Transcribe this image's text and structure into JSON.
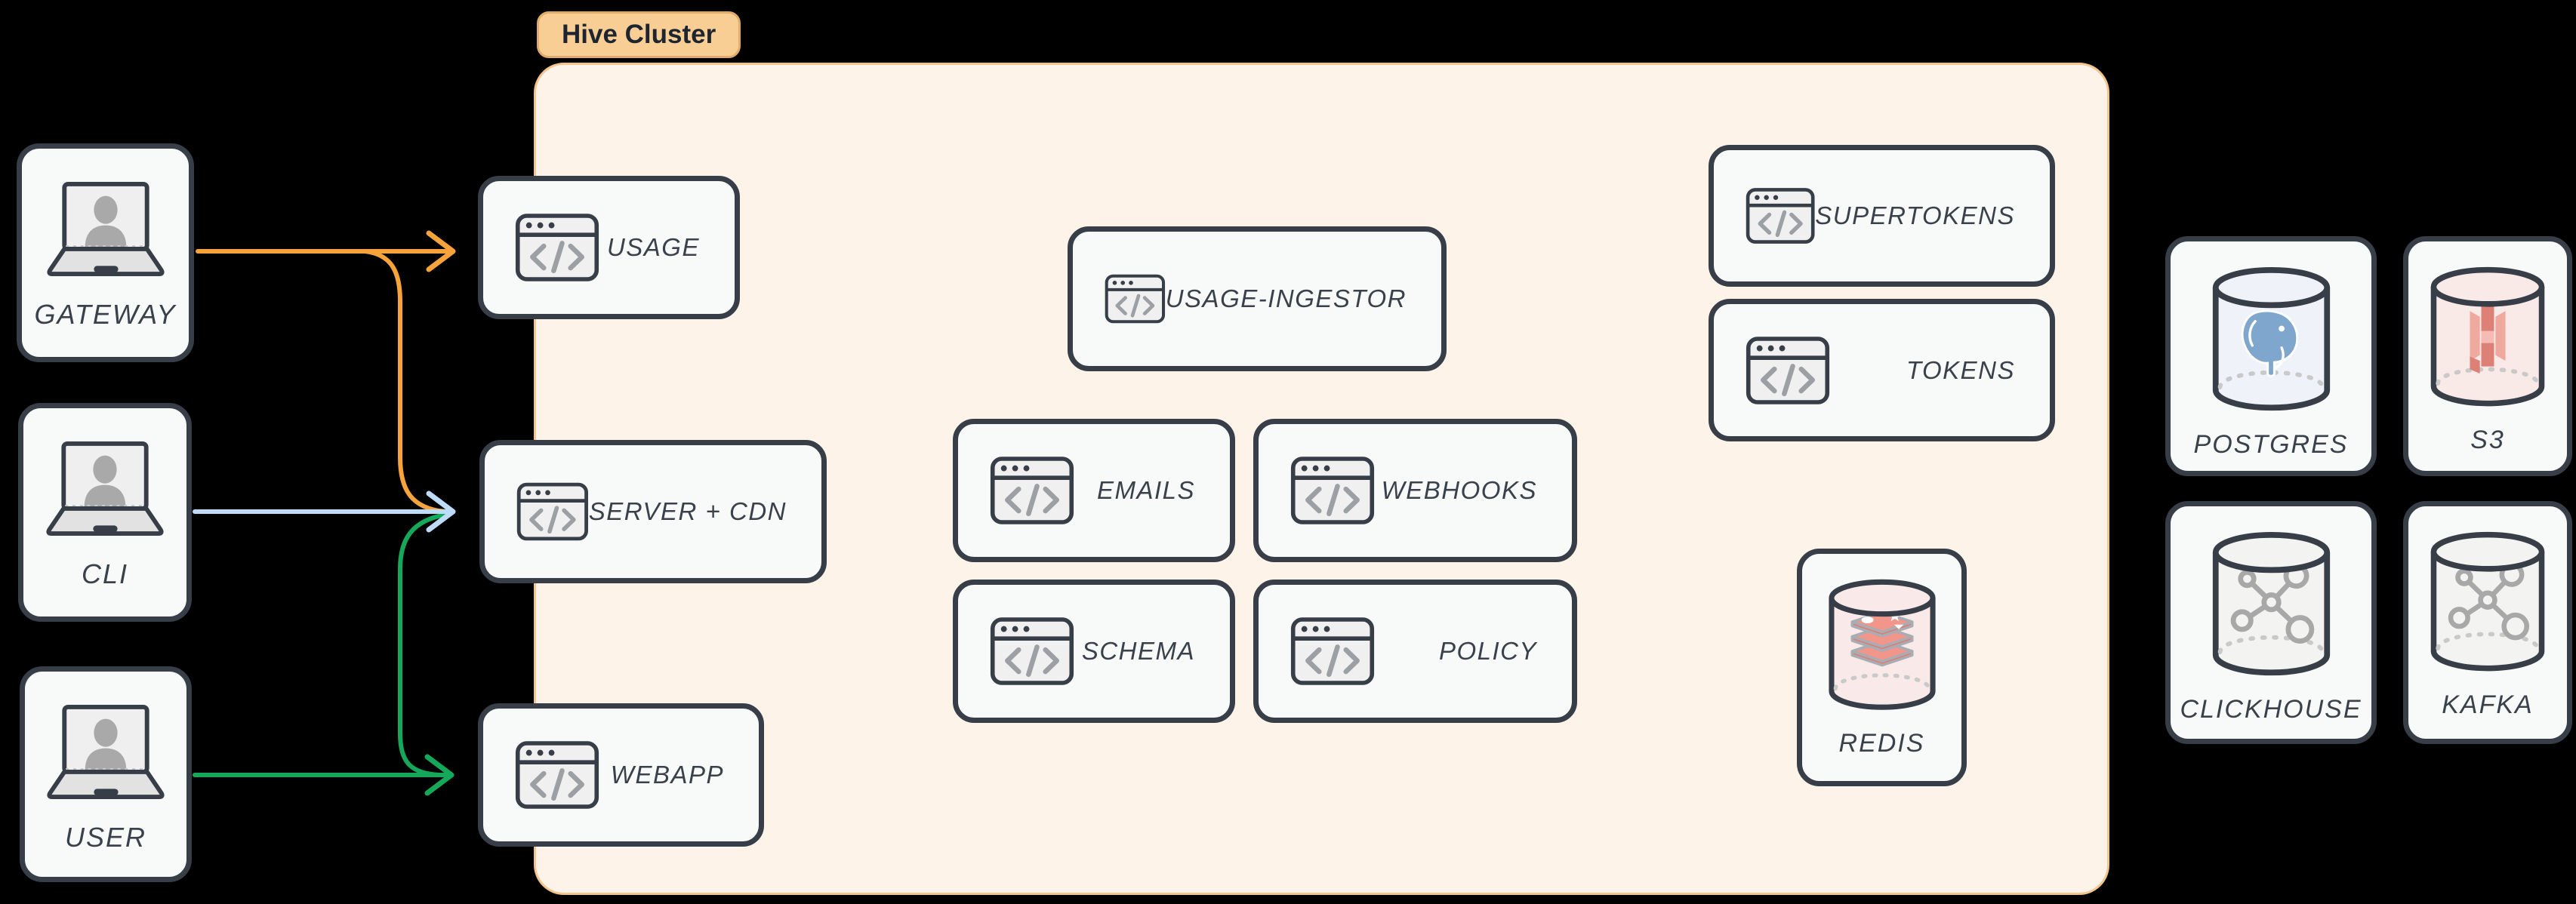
{
  "colors": {
    "background": "#000000",
    "node_border": "#373E47",
    "node_fill": "#F8FAF9",
    "label_text": "#3A414B",
    "icon_fill": "#F0F0F0",
    "icon_glyph": "#9CA0A5",
    "cluster_fill": "#FDF3E8",
    "cluster_border": "#F4C48D",
    "cluster_label_fill": "#F8CE94",
    "cluster_label_border": "#E0AC6B",
    "cluster_label_text": "#1E2530",
    "arrow_orange": "#F7A33C",
    "arrow_blue": "#BEDCF8",
    "arrow_green": "#16A85A",
    "redis_fill": "#F9E9E8",
    "redis_red": "#F2958B",
    "redis_red_dark": "#E4796F",
    "postgres_fill": "#EFF2F9",
    "postgres_blue": "#7FA7CE",
    "s3_fill": "#F9EAE8",
    "s3_red_light": "#EFA99F",
    "s3_red_mid": "#DD8176",
    "gray_fill": "#F3F3F1",
    "gray_logo": "#A8A8A8"
  },
  "cluster": {
    "label": "Hive Cluster"
  },
  "actors": [
    {
      "id": "gateway",
      "label": "GATEWAY"
    },
    {
      "id": "cli",
      "label": "CLI"
    },
    {
      "id": "user",
      "label": "USER"
    }
  ],
  "services": [
    {
      "id": "usage",
      "label": "USAGE"
    },
    {
      "id": "server-cdn",
      "label": "SERVER + CDN"
    },
    {
      "id": "webapp",
      "label": "WEBAPP"
    },
    {
      "id": "usage-ingestor",
      "label": "USAGE-INGESTOR"
    },
    {
      "id": "emails",
      "label": "EMAILS"
    },
    {
      "id": "webhooks",
      "label": "WEBHOOKS"
    },
    {
      "id": "schema",
      "label": "SCHEMA"
    },
    {
      "id": "policy",
      "label": "POLICY"
    },
    {
      "id": "supertokens",
      "label": "SUPERTOKENS"
    },
    {
      "id": "tokens",
      "label": "TOKENS"
    }
  ],
  "databases": [
    {
      "id": "redis",
      "label": "REDIS",
      "icon": "redis-cylinder"
    },
    {
      "id": "postgres",
      "label": "POSTGRES",
      "icon": "postgres-cylinder"
    },
    {
      "id": "s3",
      "label": "S3",
      "icon": "s3-cylinder"
    },
    {
      "id": "clickhouse",
      "label": "CLICKHOUSE",
      "icon": "molecule-cylinder"
    },
    {
      "id": "kafka",
      "label": "KAFKA",
      "icon": "molecule-cylinder"
    }
  ],
  "edges": [
    {
      "from": "GATEWAY",
      "to": "USAGE",
      "color": "#F7A33C"
    },
    {
      "from": "GATEWAY",
      "to": "SERVER + CDN",
      "color": "#F7A33C"
    },
    {
      "from": "CLI",
      "to": "SERVER + CDN",
      "color": "#BEDCF8"
    },
    {
      "from": "USER",
      "to": "SERVER + CDN",
      "color": "#16A85A"
    },
    {
      "from": "USER",
      "to": "WEBAPP",
      "color": "#16A85A"
    }
  ]
}
